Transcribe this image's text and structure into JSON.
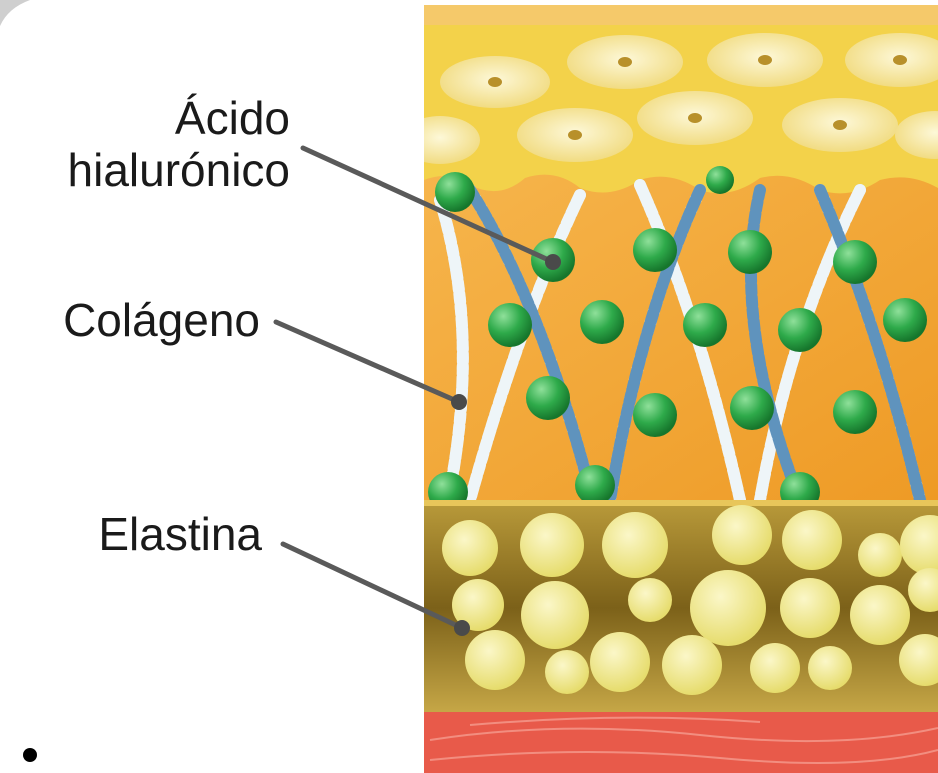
{
  "labels": {
    "hyaluronic_acid": [
      "Ácido",
      "hialurónico"
    ],
    "collagen": "Colágeno",
    "elastin": "Elastina"
  },
  "colors": {
    "epidermis_top": "#f2c94c",
    "epidermis_cells": "#f7e9a6",
    "dermis": "#f2a531",
    "collagen_fiber_light": "#dbe8ee",
    "collagen_fiber_dark": "#4a7fa8",
    "hyaluronic_node": "#2eaa4a",
    "fat_layer": "#8a6d22",
    "fat_cells": "#f5eea0",
    "muscle": "#e85a4a",
    "pointer_line": "#5a5a5a"
  }
}
